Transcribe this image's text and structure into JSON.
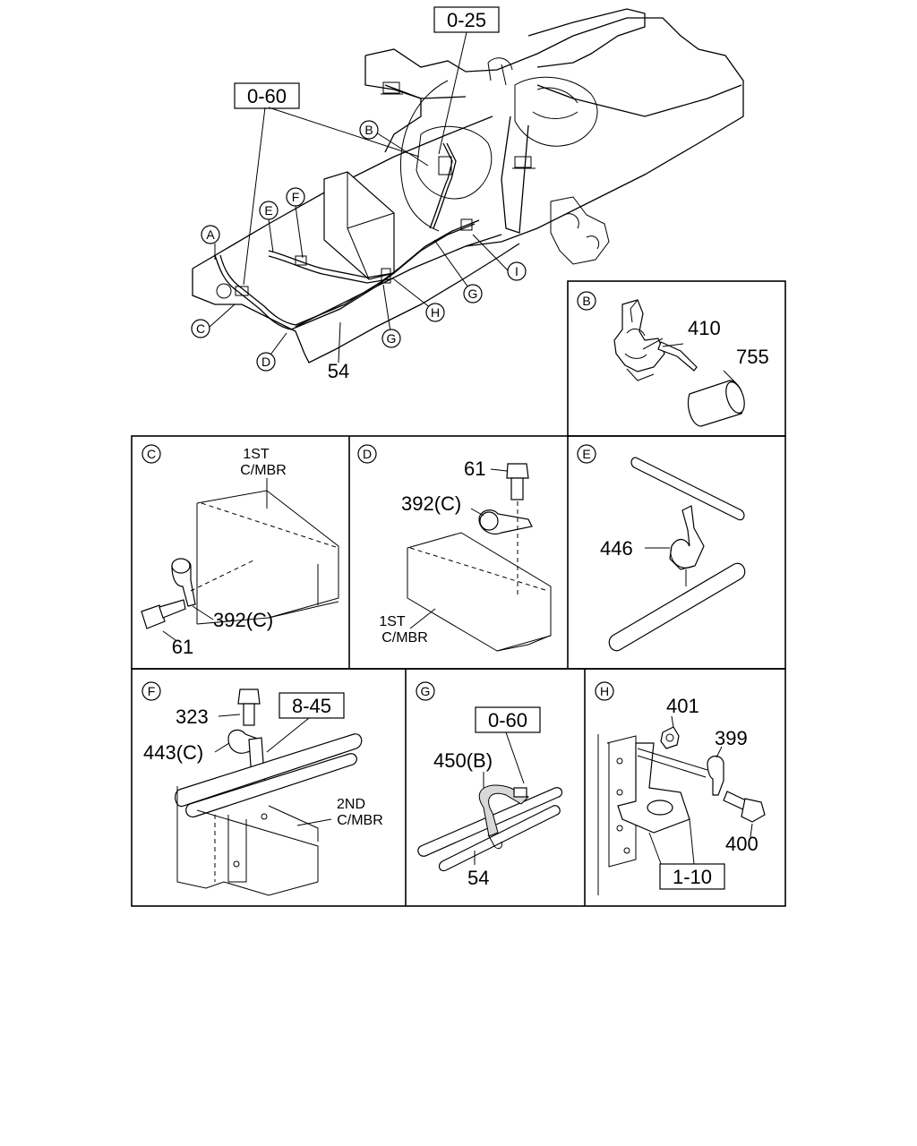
{
  "refs": {
    "r_0_25": "0-25",
    "r_0_60_main": "0-60",
    "r_8_45": "8-45",
    "r_0_60_g": "0-60",
    "r_1_10": "1-10"
  },
  "main": {
    "callouts": [
      "A",
      "B",
      "C",
      "D",
      "E",
      "F",
      "G",
      "G",
      "H",
      "I"
    ],
    "part_54": "54"
  },
  "detail_b": {
    "letter": "B",
    "p410": "410",
    "p755": "755"
  },
  "detail_c": {
    "letter": "C",
    "member": [
      "1ST",
      "C/MBR"
    ],
    "p392": "392(C)",
    "p61": "61"
  },
  "detail_d": {
    "letter": "D",
    "member": [
      "1ST",
      "C/MBR"
    ],
    "p392": "392(C)",
    "p61": "61"
  },
  "detail_e": {
    "letter": "E",
    "p446": "446"
  },
  "detail_f": {
    "letter": "F",
    "member": [
      "2ND",
      "C/MBR"
    ],
    "p323": "323",
    "p443": "443(C)"
  },
  "detail_g": {
    "letter": "G",
    "p450": "450(B)",
    "p54": "54"
  },
  "detail_h": {
    "letter": "H",
    "p401": "401",
    "p399": "399",
    "p400": "400"
  }
}
